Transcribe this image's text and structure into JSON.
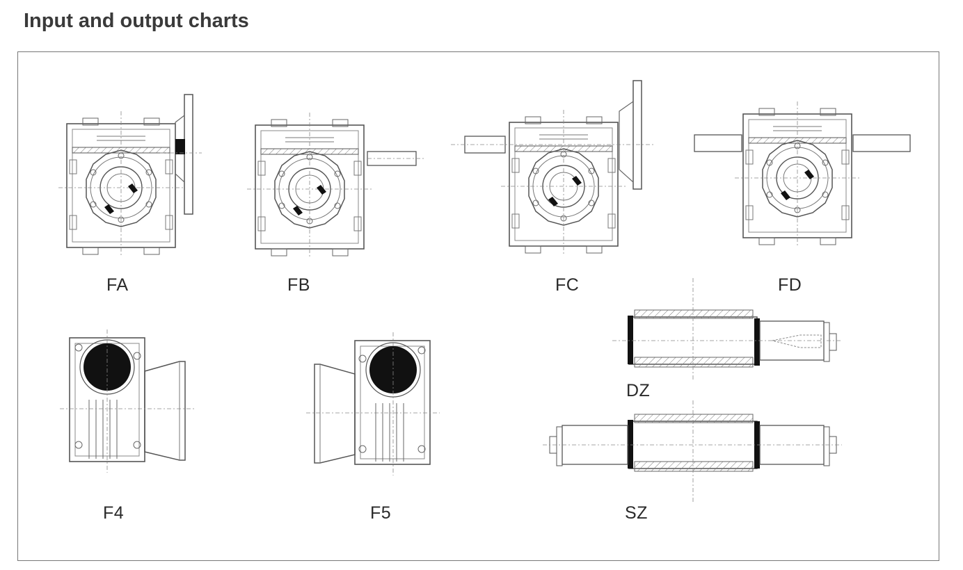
{
  "title": "Input and output charts",
  "diagrams": [
    {
      "id": "FA",
      "label": "FA"
    },
    {
      "id": "FB",
      "label": "FB"
    },
    {
      "id": "FC",
      "label": "FC"
    },
    {
      "id": "FD",
      "label": "FD"
    },
    {
      "id": "F4",
      "label": "F4"
    },
    {
      "id": "F5",
      "label": "F5"
    },
    {
      "id": "DZ",
      "label": "DZ"
    },
    {
      "id": "SZ",
      "label": "SZ"
    }
  ]
}
